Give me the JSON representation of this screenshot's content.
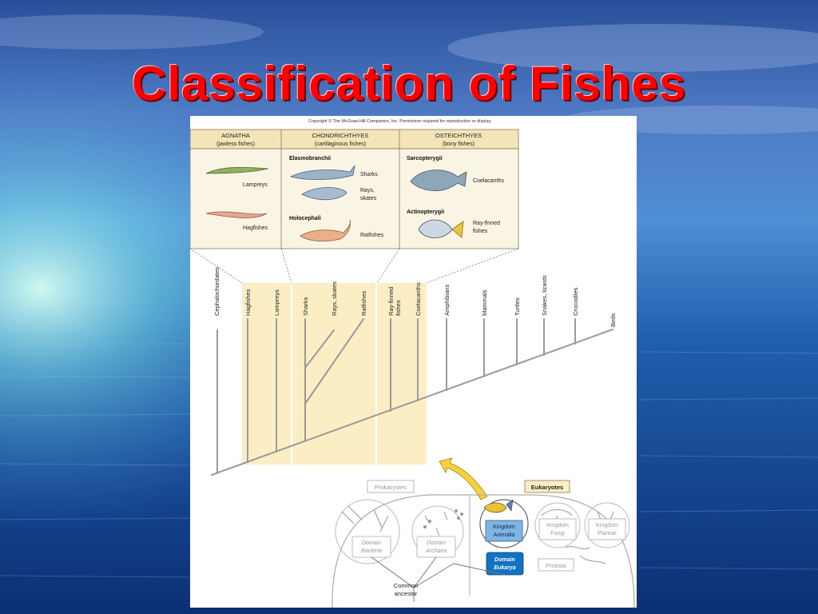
{
  "slide": {
    "title": "Classification of Fishes"
  },
  "figure": {
    "copyright": "Copyright © The McGraw-Hill Companies, Inc. Permission required for reproduction or display.",
    "table": {
      "columns": [
        {
          "name": "AGNATHA",
          "sub": "(jawless fishes)"
        },
        {
          "name": "CHONDRICHTHYES",
          "sub": "(cartilaginous fishes)"
        },
        {
          "name": "OSTEICHTHYES",
          "sub": "(bony fishes)"
        }
      ],
      "agnatha": {
        "lampreys": "Lampreys",
        "hagfishes": "Hagfishes"
      },
      "chondrichthyes": {
        "group1": "Elasmobranchii",
        "sharks": "Sharks",
        "rays_1": "Rays,",
        "rays_2": "skates",
        "group2": "Holocephali",
        "ratfishes": "Ratfishes"
      },
      "osteichthyes": {
        "group1": "Sarcopterygii",
        "coelacanths": "Coelacanths",
        "group2": "Actinopterygii",
        "rayfinned_1": "Ray-finned",
        "rayfinned_2": "fishes"
      }
    },
    "cladogram": {
      "taxa": [
        "Cephalochordates",
        "Hagfishes",
        "Lampreys",
        "Sharks",
        "Rays, skates",
        "Ratfishes",
        "Ray-finned fishes",
        "Coelacanths",
        "Amphibians",
        "Mammals",
        "Turtles",
        "Snakes, lizards",
        "Crocodiles",
        "Birds"
      ]
    },
    "tree_of_life": {
      "prokaryotes": "Prokaryotes",
      "eukaryotes": "Eukaryotes",
      "bacteria_1": "Domain",
      "bacteria_2": "Bacteria",
      "archaea_1": "Domain",
      "archaea_2": "Archaea",
      "eukarya_1": "Domain",
      "eukarya_2": "Eukarya",
      "animalia_1": "Kingdom",
      "animalia_2": "Animalia",
      "fungi_1": "Kingdom",
      "fungi_2": "Fungi",
      "plantae_1": "Kingdom",
      "plantae_2": "Plantae",
      "protista": "Protista",
      "ancestor_1": "Common",
      "ancestor_2": "ancestor"
    }
  }
}
